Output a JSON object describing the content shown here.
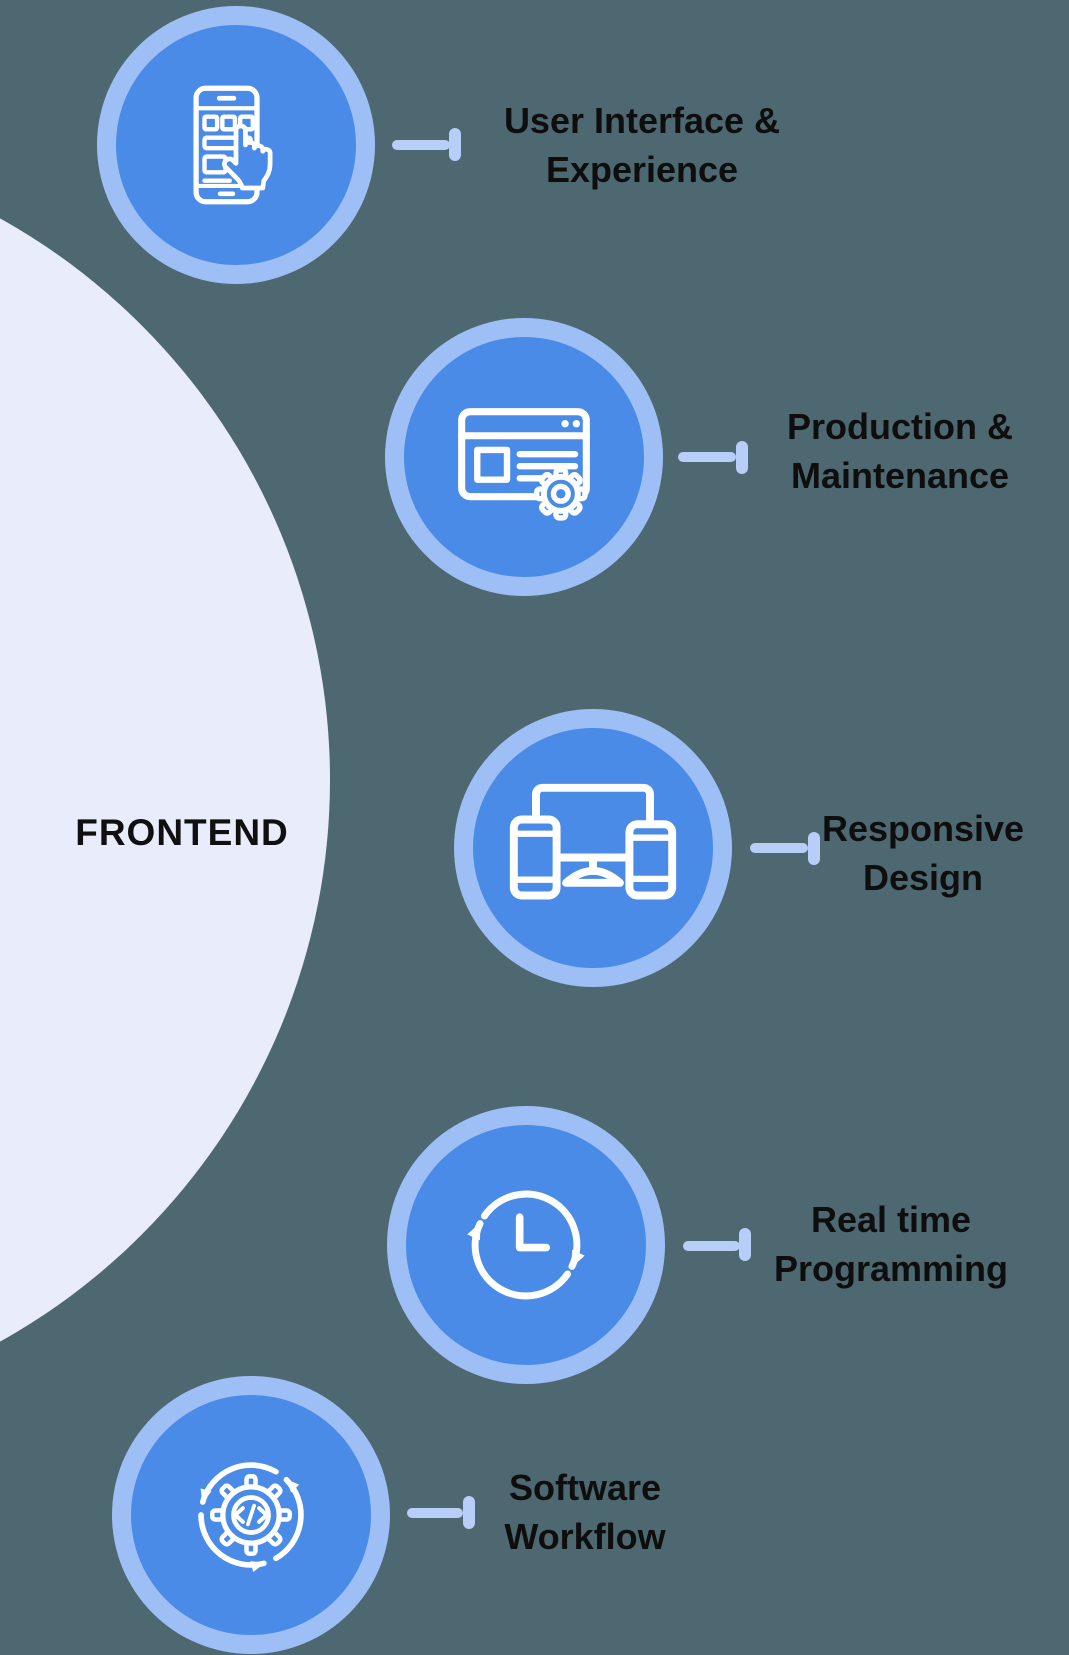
{
  "title": "Frontend infographic",
  "center_label": "FRONTEND",
  "colors": {
    "background": "#4D6870",
    "bubble": "#E9EDFB",
    "circle_fill": "#4A8BE8",
    "circle_ring": "#9DBFF5",
    "connector": "#B6CEF8",
    "text": "#0E0E0E",
    "icon_stroke": "#FFFFFF"
  },
  "items": [
    {
      "icon": "mobile-ui-touch-icon",
      "label_line1": "User Interface &",
      "label_line2": "Experience"
    },
    {
      "icon": "browser-gear-icon",
      "label_line1": "Production &",
      "label_line2": "Maintenance"
    },
    {
      "icon": "responsive-devices-icon",
      "label_line1": "Responsive",
      "label_line2": "Design"
    },
    {
      "icon": "clock-sync-icon",
      "label_line1": "Real time",
      "label_line2": "Programming"
    },
    {
      "icon": "gear-code-cycle-icon",
      "label_line1": "Software",
      "label_line2": "Workflow"
    }
  ]
}
